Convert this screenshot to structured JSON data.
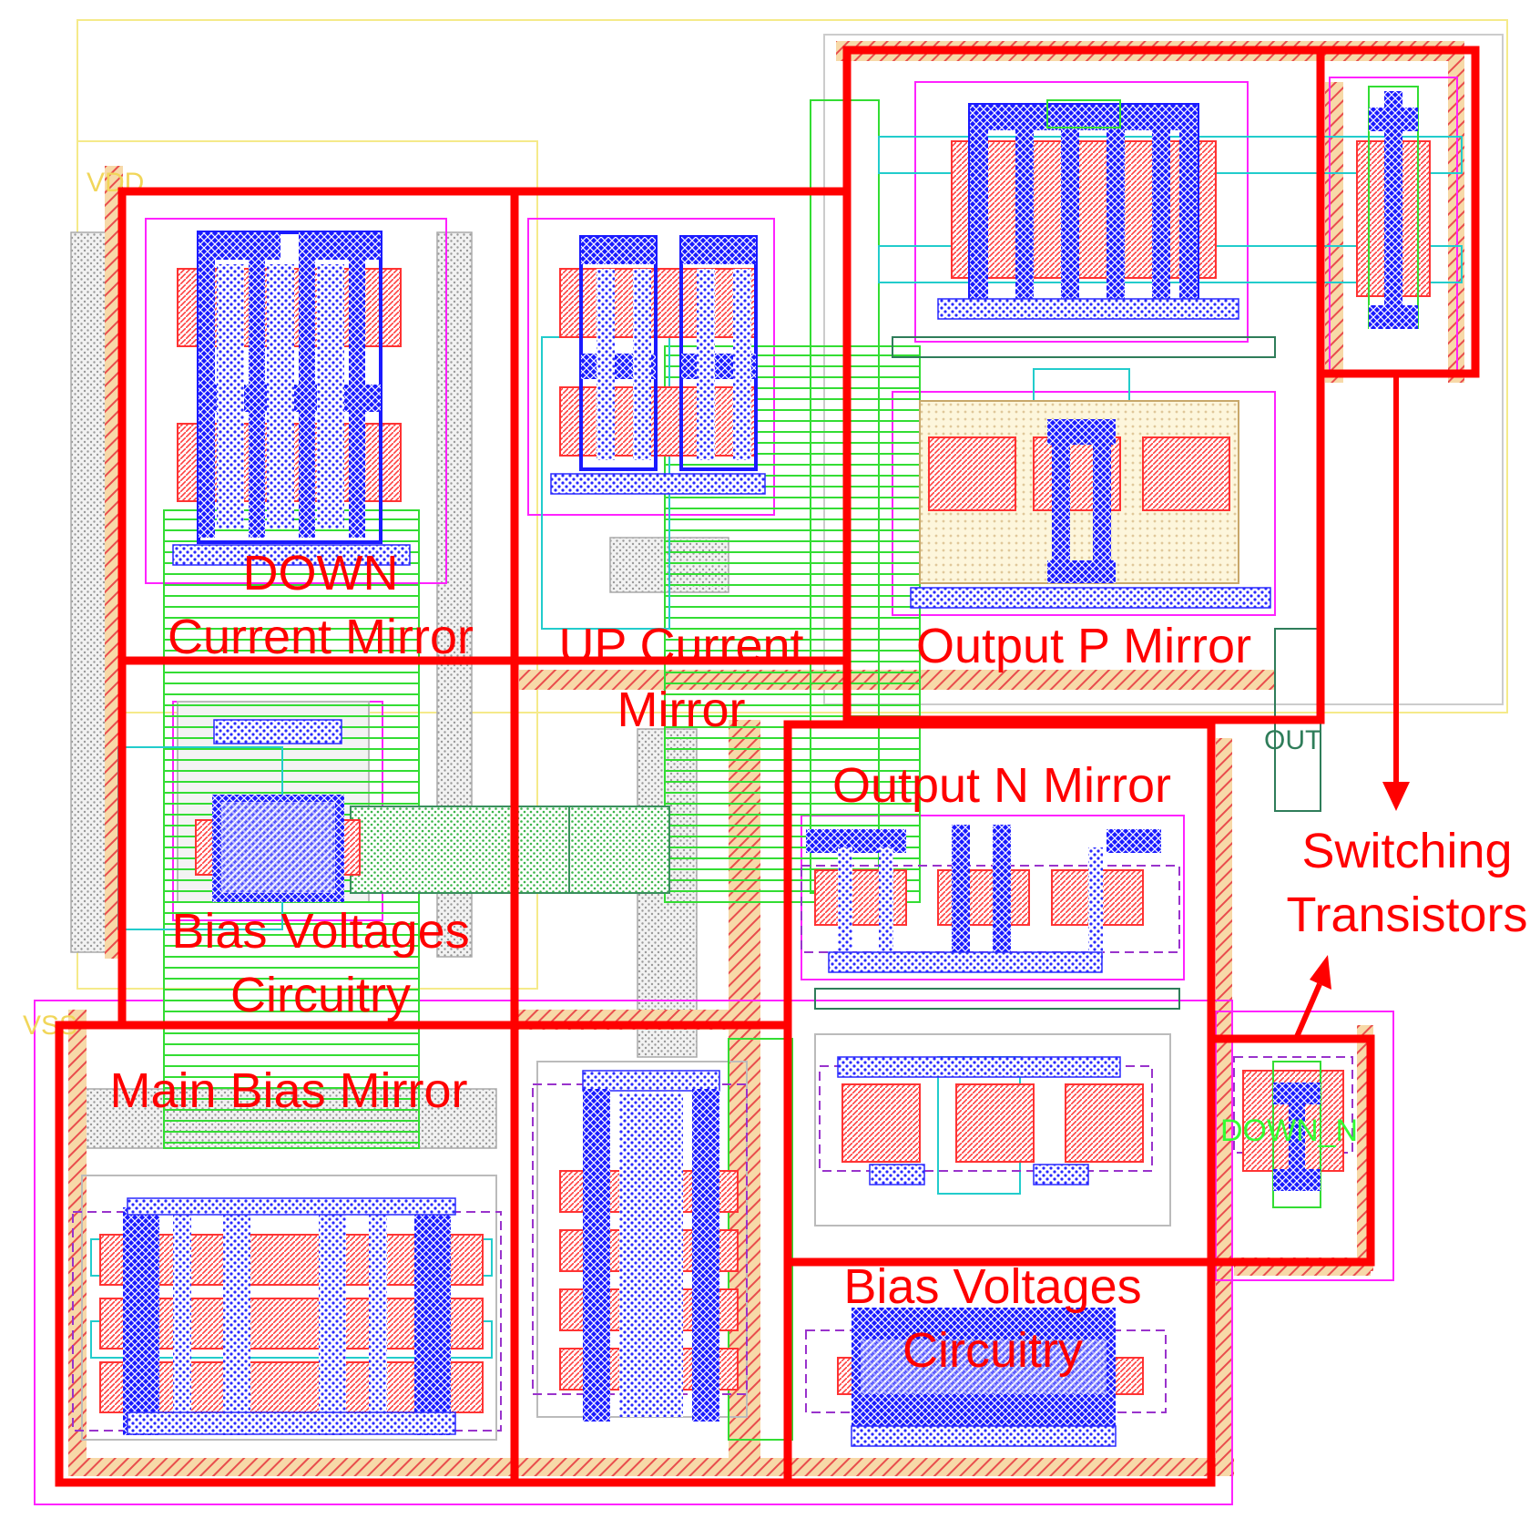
{
  "diagram": {
    "blocks": {
      "down_mirror": {
        "line1": "DOWN",
        "line2": "Current Mirror"
      },
      "up_mirror": {
        "line1": "UP Current",
        "line2": "Mirror"
      },
      "output_p": {
        "label": "Output P Mirror"
      },
      "output_n": {
        "label": "Output N Mirror"
      },
      "bias_left": {
        "line1": "Bias Voltages",
        "line2": "Circuitry"
      },
      "bias_right": {
        "line1": "Bias Voltages",
        "line2": "Circuitry"
      },
      "main_bias": {
        "label": "Main Bias Mirror"
      },
      "switching": {
        "line1": "Switching",
        "line2": "Transistors"
      }
    },
    "pins": {
      "vdd": "VDD",
      "vss": "VSS",
      "out": "OUT",
      "down_n": "DOWN_N"
    },
    "colors": {
      "highlight": "#ff0000",
      "metal1": "#1a1aff",
      "metal2": "#00cc00",
      "poly": "#ff5555",
      "well": "#ff00ff",
      "contact": "#00cccc",
      "boundary": "#f5e66a"
    }
  }
}
